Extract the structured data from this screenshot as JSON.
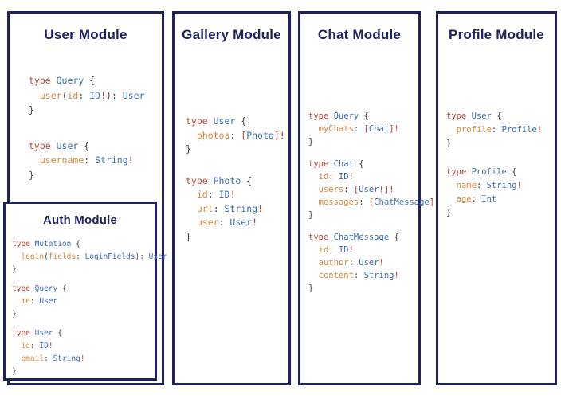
{
  "colors": {
    "navy": "#1e2260",
    "keyword_red": "#b5483e",
    "type_blue": "#3e6fb5",
    "field_orange": "#d8883c",
    "punct_dark": "#3d3d3d",
    "bang_red": "#c2382f"
  },
  "modules": [
    {
      "id": "user",
      "title": "User Module",
      "blocks": [
        {
          "lines": [
            [
              [
                "k",
                "type "
              ],
              [
                "t",
                "Query "
              ],
              [
                "p",
                "{"
              ]
            ],
            [
              [
                "p",
                "  "
              ],
              [
                "f",
                "user"
              ],
              [
                "p",
                "("
              ],
              [
                "f",
                "id"
              ],
              [
                "p",
                ": "
              ],
              [
                "t",
                "ID"
              ],
              [
                "b",
                "!"
              ],
              [
                "p",
                "): "
              ],
              [
                "t",
                "User"
              ]
            ],
            [
              [
                "p",
                "}"
              ]
            ]
          ]
        },
        {
          "lines": [
            [
              [
                "k",
                "type "
              ],
              [
                "t",
                "User "
              ],
              [
                "p",
                "{"
              ]
            ],
            [
              [
                "p",
                "  "
              ],
              [
                "f",
                "username"
              ],
              [
                "p",
                ": "
              ],
              [
                "t",
                "String"
              ],
              [
                "b",
                "!"
              ]
            ],
            [
              [
                "p",
                "}"
              ]
            ]
          ]
        }
      ]
    },
    {
      "id": "auth",
      "title": "Auth Module",
      "blocks": [
        {
          "lines": [
            [
              [
                "k",
                "type "
              ],
              [
                "t",
                "Mutation "
              ],
              [
                "p",
                "{"
              ]
            ],
            [
              [
                "p",
                "  "
              ],
              [
                "f",
                "login"
              ],
              [
                "p",
                "("
              ],
              [
                "f",
                "fields"
              ],
              [
                "p",
                ": "
              ],
              [
                "t",
                "LoginFields"
              ],
              [
                "p",
                "): "
              ],
              [
                "t",
                "User"
              ]
            ],
            [
              [
                "p",
                "}"
              ]
            ]
          ]
        },
        {
          "lines": [
            [
              [
                "k",
                "type "
              ],
              [
                "t",
                "Query "
              ],
              [
                "p",
                "{"
              ]
            ],
            [
              [
                "p",
                "  "
              ],
              [
                "f",
                "me"
              ],
              [
                "p",
                ": "
              ],
              [
                "t",
                "User"
              ]
            ],
            [
              [
                "p",
                "}"
              ]
            ]
          ]
        },
        {
          "lines": [
            [
              [
                "k",
                "type "
              ],
              [
                "t",
                "User "
              ],
              [
                "p",
                "{"
              ]
            ],
            [
              [
                "p",
                "  "
              ],
              [
                "f",
                "id"
              ],
              [
                "p",
                ": "
              ],
              [
                "t",
                "ID"
              ],
              [
                "b",
                "!"
              ]
            ],
            [
              [
                "p",
                "  "
              ],
              [
                "f",
                "email"
              ],
              [
                "p",
                ": "
              ],
              [
                "t",
                "String"
              ],
              [
                "b",
                "!"
              ]
            ],
            [
              [
                "p",
                "}"
              ]
            ]
          ]
        }
      ]
    },
    {
      "id": "gallery",
      "title": "Gallery Module",
      "blocks": [
        {
          "lines": [
            [
              [
                "k",
                "type "
              ],
              [
                "t",
                "User "
              ],
              [
                "p",
                "{"
              ]
            ],
            [
              [
                "p",
                "  "
              ],
              [
                "f",
                "photos"
              ],
              [
                "p",
                ": "
              ],
              [
                "b",
                "["
              ],
              [
                "t",
                "Photo"
              ],
              [
                "b",
                "]"
              ],
              [
                "b",
                "!"
              ]
            ],
            [
              [
                "p",
                "}"
              ]
            ]
          ]
        },
        {
          "lines": [
            [
              [
                "k",
                "type "
              ],
              [
                "t",
                "Photo "
              ],
              [
                "p",
                "{"
              ]
            ],
            [
              [
                "p",
                "  "
              ],
              [
                "f",
                "id"
              ],
              [
                "p",
                ": "
              ],
              [
                "t",
                "ID"
              ],
              [
                "b",
                "!"
              ]
            ],
            [
              [
                "p",
                "  "
              ],
              [
                "f",
                "url"
              ],
              [
                "p",
                ": "
              ],
              [
                "t",
                "String"
              ],
              [
                "b",
                "!"
              ]
            ],
            [
              [
                "p",
                "  "
              ],
              [
                "f",
                "user"
              ],
              [
                "p",
                ": "
              ],
              [
                "t",
                "User"
              ],
              [
                "b",
                "!"
              ]
            ],
            [
              [
                "p",
                "}"
              ]
            ]
          ]
        }
      ]
    },
    {
      "id": "chat",
      "title": "Chat Module",
      "blocks": [
        {
          "lines": [
            [
              [
                "k",
                "type "
              ],
              [
                "t",
                "Query "
              ],
              [
                "p",
                "{"
              ]
            ],
            [
              [
                "p",
                "  "
              ],
              [
                "f",
                "myChats"
              ],
              [
                "p",
                ": "
              ],
              [
                "b",
                "["
              ],
              [
                "t",
                "Chat"
              ],
              [
                "b",
                "]"
              ],
              [
                "b",
                "!"
              ]
            ],
            [
              [
                "p",
                "}"
              ]
            ]
          ]
        },
        {
          "lines": [
            [
              [
                "k",
                "type "
              ],
              [
                "t",
                "Chat "
              ],
              [
                "p",
                "{"
              ]
            ],
            [
              [
                "p",
                "  "
              ],
              [
                "f",
                "id"
              ],
              [
                "p",
                ": "
              ],
              [
                "t",
                "ID"
              ],
              [
                "b",
                "!"
              ]
            ],
            [
              [
                "p",
                "  "
              ],
              [
                "f",
                "users"
              ],
              [
                "p",
                ": "
              ],
              [
                "b",
                "["
              ],
              [
                "t",
                "User"
              ],
              [
                "b",
                "!"
              ],
              [
                "b",
                "]"
              ],
              [
                "b",
                "!"
              ]
            ],
            [
              [
                "p",
                "  "
              ],
              [
                "f",
                "messages"
              ],
              [
                "p",
                ": "
              ],
              [
                "b",
                "["
              ],
              [
                "t",
                "ChatMessage"
              ],
              [
                "b",
                "]"
              ],
              [
                "b",
                "!"
              ]
            ],
            [
              [
                "p",
                "}"
              ]
            ]
          ]
        },
        {
          "lines": [
            [
              [
                "k",
                "type "
              ],
              [
                "t",
                "ChatMessage "
              ],
              [
                "p",
                "{"
              ]
            ],
            [
              [
                "p",
                "  "
              ],
              [
                "f",
                "id"
              ],
              [
                "p",
                ": "
              ],
              [
                "t",
                "ID"
              ],
              [
                "b",
                "!"
              ]
            ],
            [
              [
                "p",
                "  "
              ],
              [
                "f",
                "author"
              ],
              [
                "p",
                ": "
              ],
              [
                "t",
                "User"
              ],
              [
                "b",
                "!"
              ]
            ],
            [
              [
                "p",
                "  "
              ],
              [
                "f",
                "content"
              ],
              [
                "p",
                ": "
              ],
              [
                "t",
                "String"
              ],
              [
                "b",
                "!"
              ]
            ],
            [
              [
                "p",
                "}"
              ]
            ]
          ]
        }
      ]
    },
    {
      "id": "profile",
      "title": "Profile Module",
      "blocks": [
        {
          "lines": [
            [
              [
                "k",
                "type "
              ],
              [
                "t",
                "User "
              ],
              [
                "p",
                "{"
              ]
            ],
            [
              [
                "p",
                "  "
              ],
              [
                "f",
                "profile"
              ],
              [
                "p",
                ": "
              ],
              [
                "t",
                "Profile"
              ],
              [
                "b",
                "!"
              ]
            ],
            [
              [
                "p",
                "}"
              ]
            ]
          ]
        },
        {
          "lines": [
            [
              [
                "k",
                "type "
              ],
              [
                "t",
                "Profile "
              ],
              [
                "p",
                "{"
              ]
            ],
            [
              [
                "p",
                "  "
              ],
              [
                "f",
                "name"
              ],
              [
                "p",
                ": "
              ],
              [
                "t",
                "String"
              ],
              [
                "b",
                "!"
              ]
            ],
            [
              [
                "p",
                "  "
              ],
              [
                "f",
                "age"
              ],
              [
                "p",
                ": "
              ],
              [
                "t",
                "Int"
              ]
            ],
            [
              [
                "p",
                "}"
              ]
            ]
          ]
        }
      ]
    }
  ]
}
